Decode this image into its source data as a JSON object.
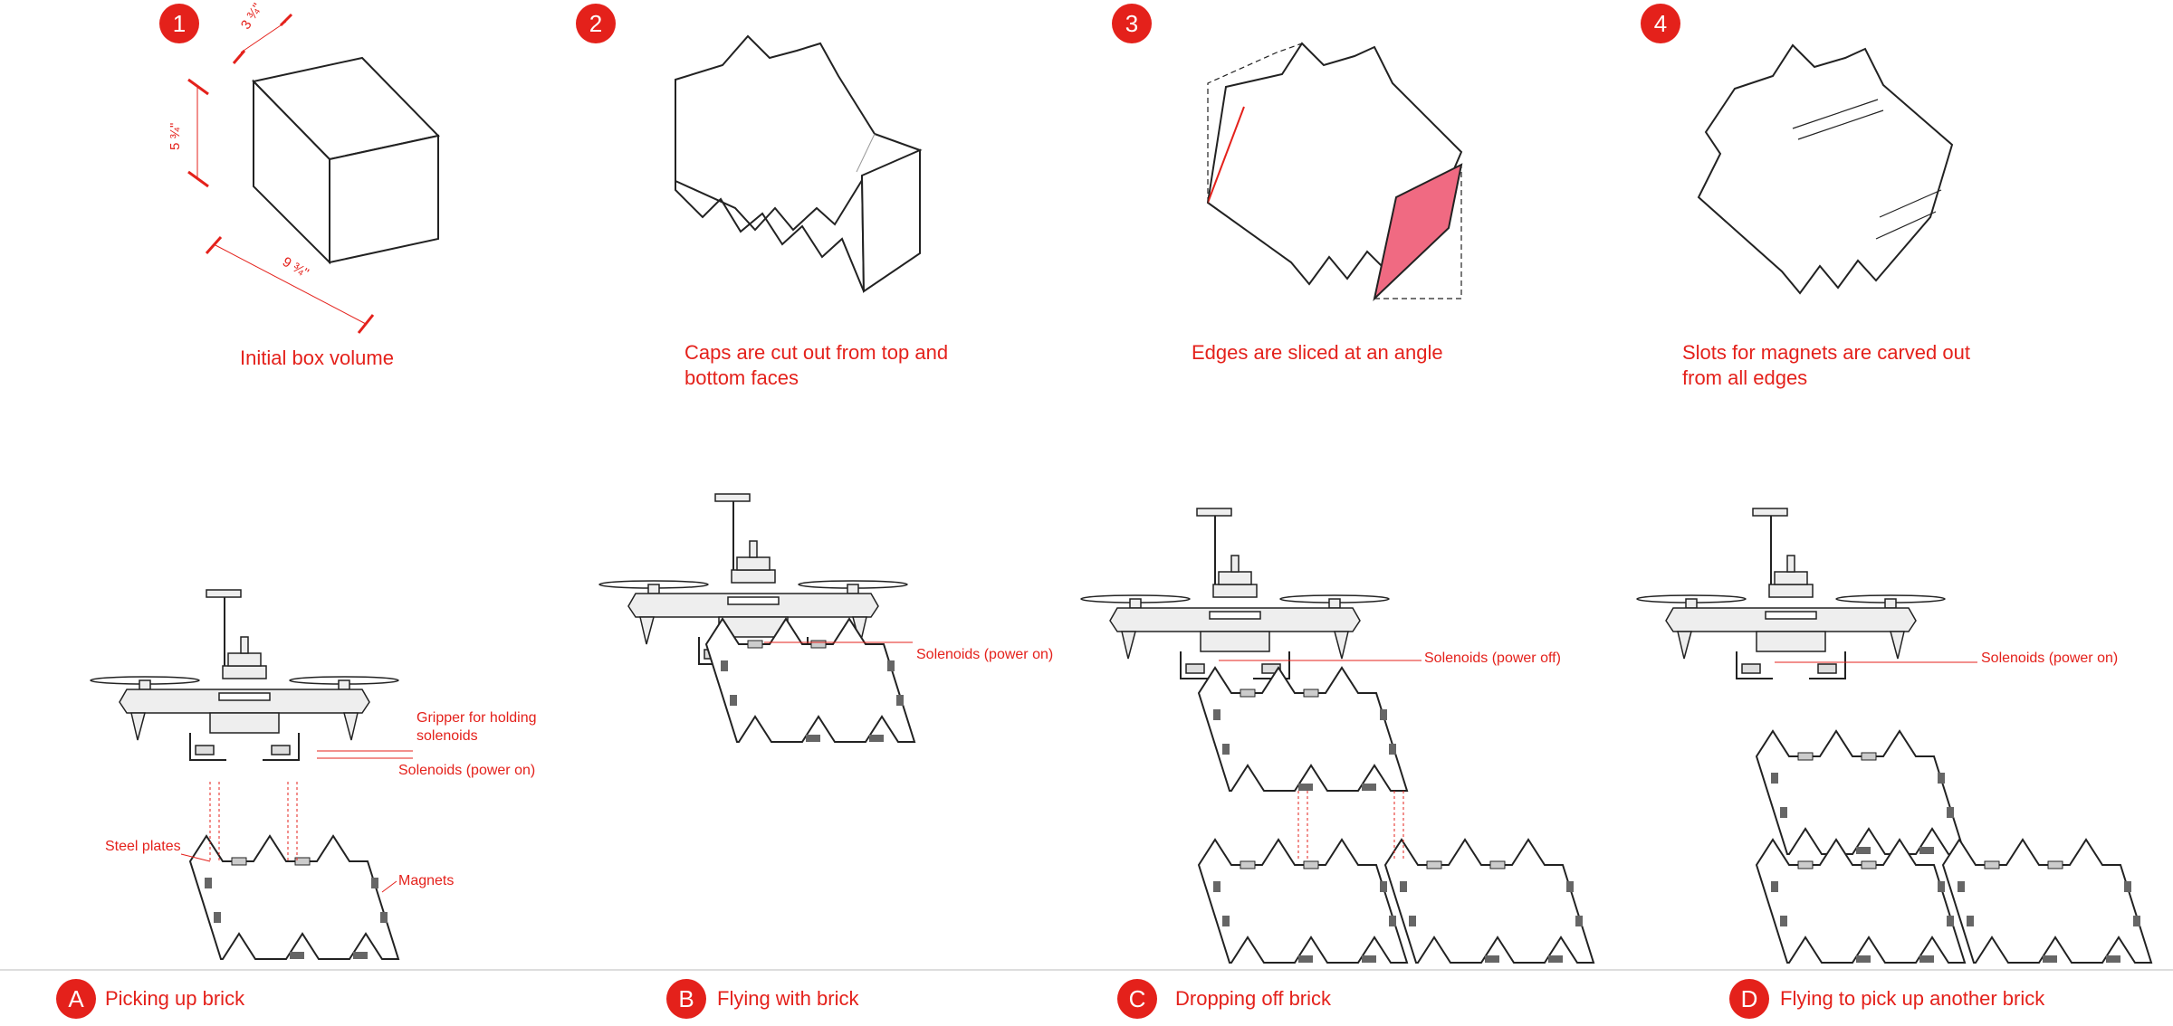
{
  "steps": [
    {
      "badge": "1",
      "caption": "Initial box volume"
    },
    {
      "badge": "2",
      "caption": "Caps are cut out from top and\nbottom faces"
    },
    {
      "badge": "3",
      "caption": "Edges are sliced at an angle"
    },
    {
      "badge": "4",
      "caption": "Slots for magnets are carved out\nfrom all edges"
    }
  ],
  "dimensions": {
    "depth": "3 ¾\"",
    "height": "5 ¾\"",
    "length": "9 ¾\""
  },
  "phases": [
    {
      "badge": "A",
      "label": "Picking up brick"
    },
    {
      "badge": "B",
      "label": "Flying with brick"
    },
    {
      "badge": "C",
      "label": "Dropping off brick"
    },
    {
      "badge": "D",
      "label": "Flying to pick up another brick"
    }
  ],
  "annotations": {
    "gripper": "Gripper for holding\nsolenoids",
    "solenoids_a": "Solenoids (power on)",
    "steel_plates": "Steel plates",
    "magnets": "Magnets",
    "solenoids_b": "Solenoids (power on)",
    "solenoids_c": "Solenoids (power off)",
    "solenoids_d": "Solenoids (power on)"
  },
  "colors": {
    "accent": "#e4211b",
    "slice_fill": "#f06a82",
    "line": "#222222",
    "magnet": "#666666"
  }
}
